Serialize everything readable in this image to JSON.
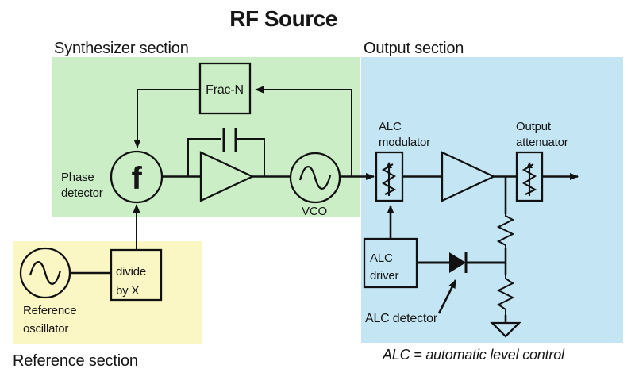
{
  "title": "RF Source",
  "sections": {
    "synthesizer": {
      "label": "Synthesizer section",
      "color": "#cbeec6"
    },
    "output": {
      "label": "Output section",
      "color": "#c4e6f4"
    },
    "reference": {
      "label": "Reference section",
      "color": "#fbf7c4"
    }
  },
  "blocks": {
    "frac_n": {
      "label": "Frac-N"
    },
    "phase_detector": {
      "symbol": "f",
      "label1": "Phase",
      "label2": "detector"
    },
    "vco": {
      "label": "VCO"
    },
    "alc_modulator": {
      "label1": "ALC",
      "label2": "modulator"
    },
    "output_attenuator": {
      "label1": "Output",
      "label2": "attenuator"
    },
    "alc_driver": {
      "label1": "ALC",
      "label2": "driver"
    },
    "alc_detector": {
      "label": "ALC detector"
    },
    "divider": {
      "label1": "divide",
      "label2": "by X"
    },
    "reference_oscillator": {
      "label1": "Reference",
      "label2": "oscillator"
    }
  },
  "note": "ALC = automatic level control",
  "colors": {
    "line": "#111111",
    "text": "#161616",
    "background": "#ffffff"
  }
}
